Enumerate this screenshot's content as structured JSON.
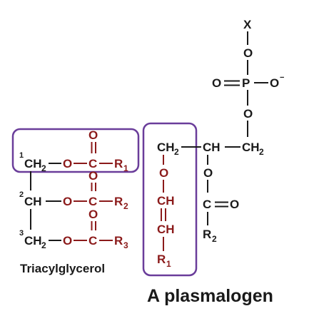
{
  "colors": {
    "black": "#1a1a1a",
    "red": "#8b1a1a",
    "box": "#6a3d9a"
  },
  "triacylglycerol": {
    "pos1": "1",
    "pos2": "2",
    "pos3": "3",
    "ch2": "CH",
    "ch": "CH",
    "two": "2",
    "o": "O",
    "c": "C",
    "r": "R",
    "r1_sub": "1",
    "r2_sub": "2",
    "r3_sub": "3",
    "caption": "Triacylglycerol"
  },
  "plasmalogen": {
    "x": "X",
    "o": "O",
    "p": "P",
    "o_minus": "O",
    "minus": "−",
    "ch2": "CH",
    "ch": "CH",
    "two": "2",
    "c": "C",
    "r": "R",
    "r1_sub": "1",
    "r2_sub": "2",
    "caption": "A plasmalogen"
  }
}
